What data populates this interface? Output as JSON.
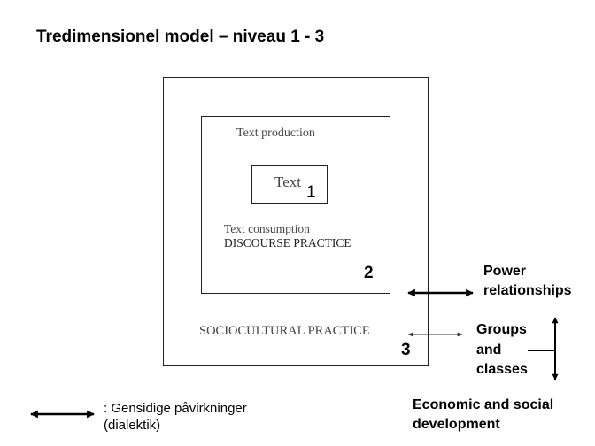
{
  "title": "Tredimensionel model – niveau 1 - 3",
  "diagram": {
    "inner": {
      "label": "Text",
      "number": "1"
    },
    "middle": {
      "top_label": "Text production",
      "bottom_label_1": "Text consumption",
      "bottom_label_2": "DISCOURSE PRACTICE",
      "number": "2"
    },
    "outer": {
      "label": "SOCIOCULTURAL PRACTICE",
      "number": "3"
    }
  },
  "side_labels": {
    "power_1": "Power",
    "power_2": "relationships",
    "groups_1": "Groups",
    "groups_2": "and",
    "groups_3": "classes",
    "economic_1": "Economic and social",
    "economic_2": "development"
  },
  "legend": {
    "line_1": ": Gensidige påvirkninger",
    "line_2": "(dialektik)"
  }
}
